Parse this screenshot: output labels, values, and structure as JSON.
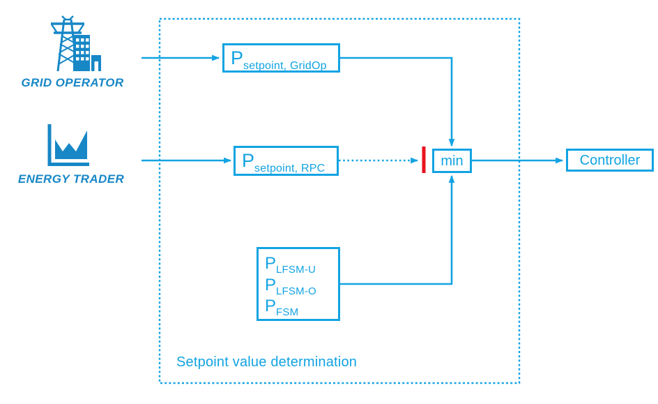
{
  "title": "Setpoint value determination",
  "colors": {
    "diagram_blue": "#12A3E2",
    "icon_blue": "#1787C6",
    "signal_red": "#E8131E"
  },
  "actors": {
    "grid_operator": {
      "label": "GRID OPERATOR",
      "icon": "transmission-tower-and-buildings"
    },
    "energy_trader": {
      "label": "ENERGY TRADER",
      "icon": "area-chart-with-axes"
    }
  },
  "region": {
    "label": "Setpoint value determination"
  },
  "boxes": {
    "setpoint_gridop": {
      "main": "P",
      "sub": "setpoint, GridOp"
    },
    "setpoint_rpc": {
      "main": "P",
      "sub": "setpoint, RPC"
    },
    "limits": {
      "entries": [
        {
          "main": "P",
          "sub": "LFSM-U"
        },
        {
          "main": "P",
          "sub": "LFSM-O"
        },
        {
          "main": "P",
          "sub": "FSM"
        }
      ]
    },
    "min": {
      "label": "min"
    },
    "controller": {
      "label": "Controller"
    }
  }
}
